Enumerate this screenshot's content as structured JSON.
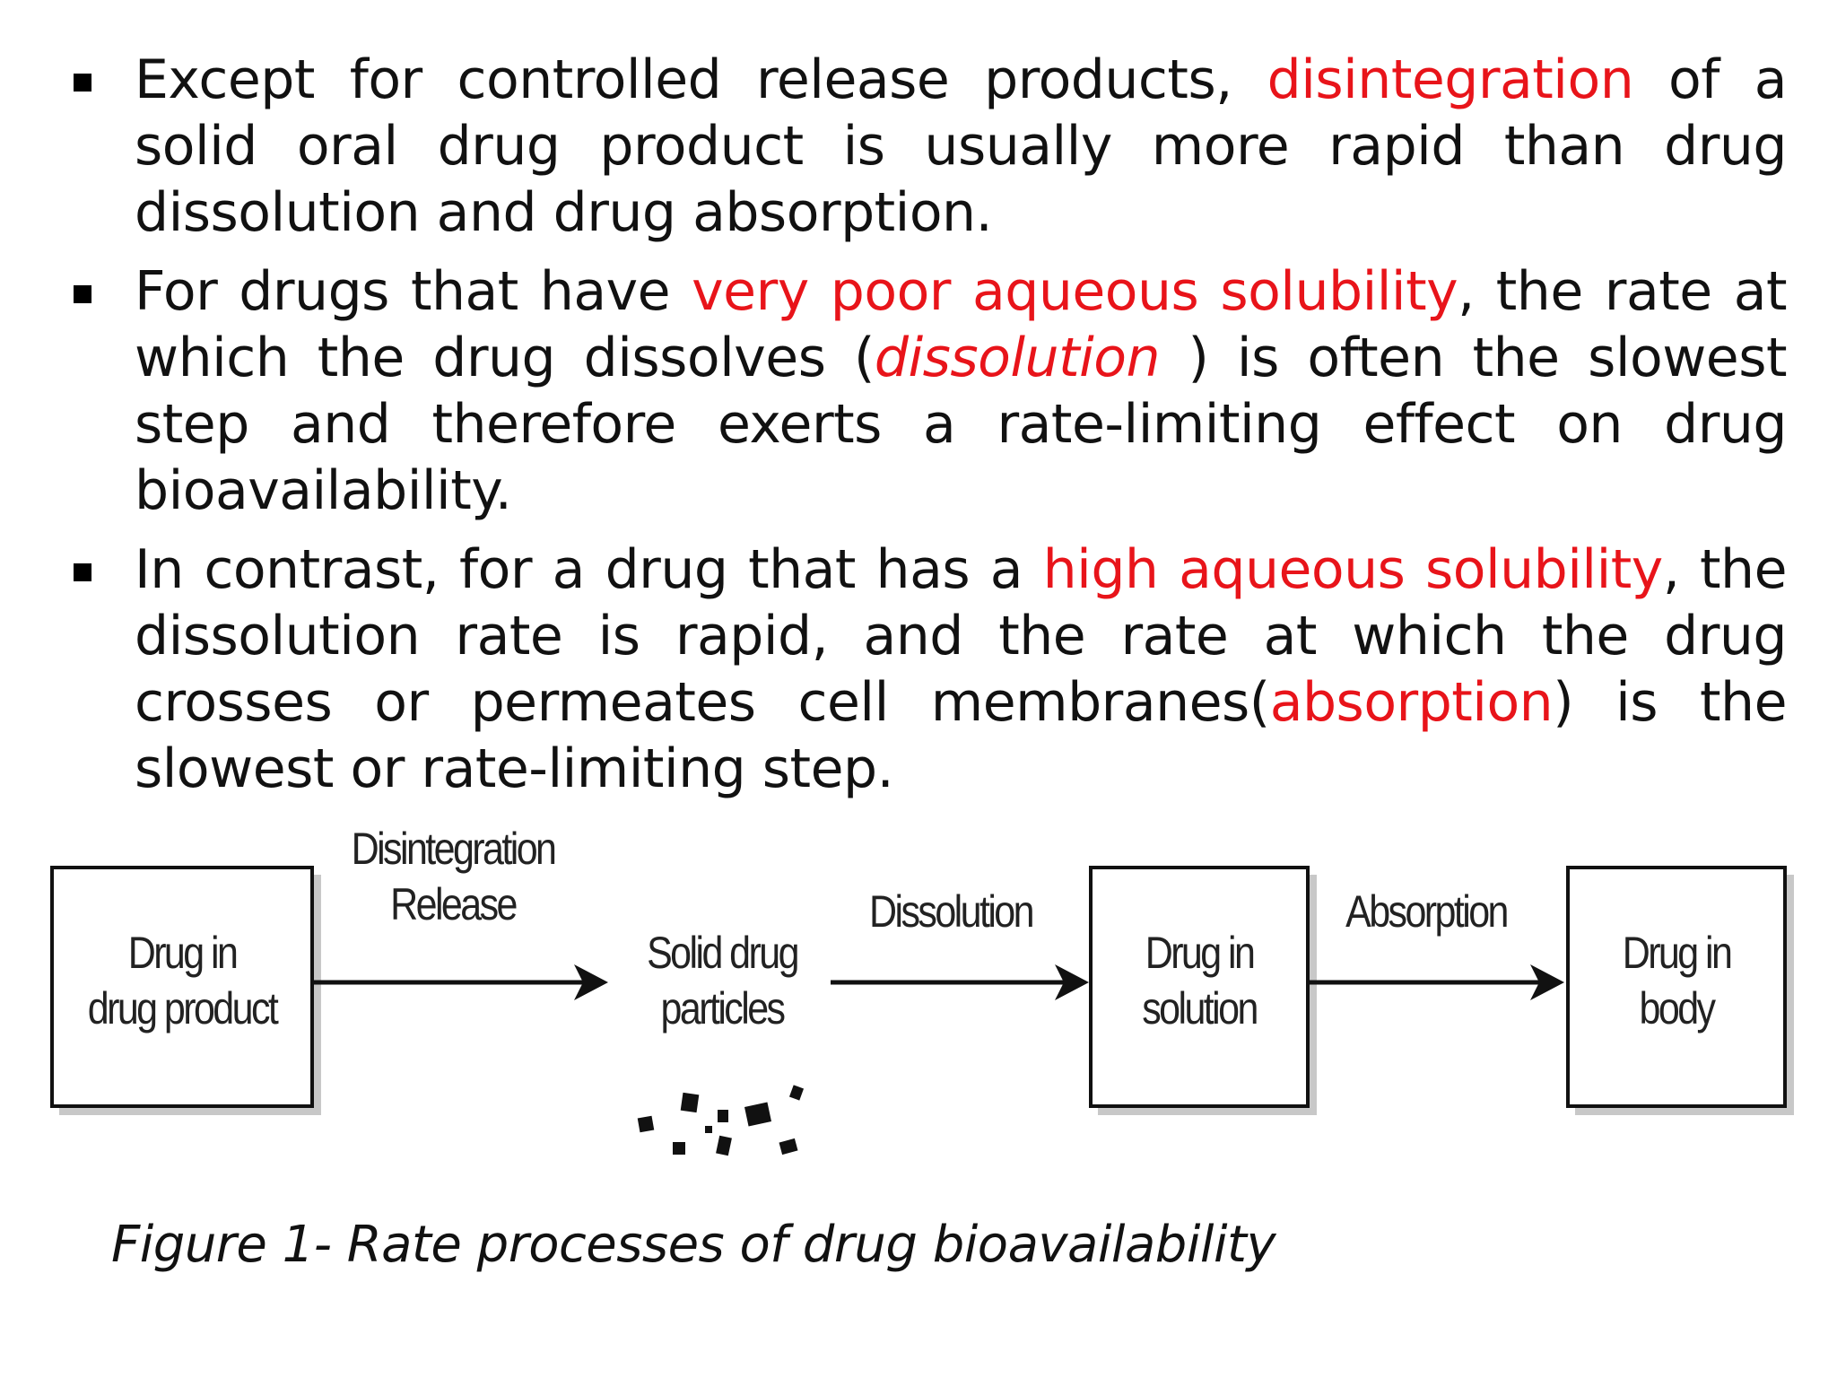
{
  "bullets": [
    {
      "t1": "Except for controlled release products, ",
      "h1": "disintegration",
      "t2": " of a solid oral drug product is usually more rapid than drug dissolution and drug absorption."
    },
    {
      "t1": "For drugs that have ",
      "h1": "very poor aqueous solubility",
      "t2": ", the rate at which the drug dissolves (",
      "h2": "dissolution",
      "t3": " ) is often the slowest step and therefore exerts a rate-limiting effect on drug bioavailability."
    },
    {
      "t1": "In contrast, for a drug that has a ",
      "h1": "high aqueous solubility",
      "t2": ", the dissolution rate is rapid, and the rate at which the drug crosses or permeates cell membranes(",
      "h2": "absorption",
      "t3": ") is the slowest or rate-limiting step."
    }
  ],
  "diagram": {
    "box1": {
      "line1": "Drug in",
      "line2": "drug product"
    },
    "particles": {
      "line1": "Solid drug",
      "line2": "particles"
    },
    "box2": {
      "line1": "Drug in",
      "line2": "solution"
    },
    "box3": {
      "line1": "Drug in",
      "line2": "body"
    },
    "arrow1": {
      "line1": "Disintegration",
      "line2": "Release"
    },
    "arrow2": {
      "line1": "Dissolution"
    },
    "arrow3": {
      "line1": "Absorption"
    }
  },
  "caption": "Figure 1- Rate processes of drug bioavailability",
  "colors": {
    "highlight": "#e8141a",
    "text": "#111111"
  }
}
